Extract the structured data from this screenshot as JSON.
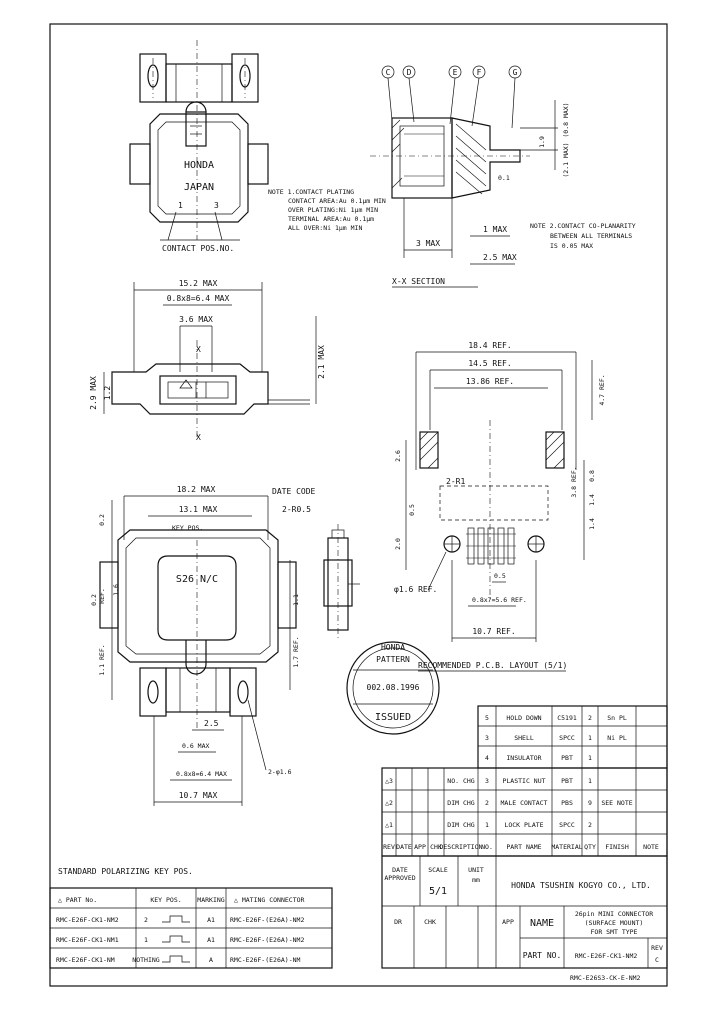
{
  "top_view": {
    "marking_brand": "HONDA",
    "marking_country": "JAPAN",
    "pos_1": "1",
    "pos_3": "3",
    "contact_pos_label": "CONTACT POS.NO."
  },
  "note1": {
    "title": "NOTE 1.CONTACT PLATING",
    "line1": "CONTACT AREA:Au 0.1μm MIN",
    "line2": "OVER PLATING:Ni 1μm MIN",
    "line3": "TERMINAL AREA:Au 0.1μm",
    "line4": "ALL OVER:Ni 1μm MIN"
  },
  "section": {
    "callouts": [
      "C",
      "D",
      "E",
      "F",
      "G"
    ],
    "dim_small": "0.1",
    "dim_gap": "1.9",
    "dim_1": "1 MAX",
    "dim_25": "2.5 MAX",
    "dim_3": "3 MAX",
    "label": "X-X SECTION",
    "right_dim_a": "(0.8 MAX)",
    "right_dim_b": "(2.1 MAX)"
  },
  "note2": {
    "line1": "NOTE 2.CONTACT CO-PLANARITY",
    "line2": "BETWEEN ALL TERMINALS",
    "line3": "IS 0.05 MAX"
  },
  "front_view": {
    "dim_152": "15.2 MAX",
    "dim_pitch": "0.8x8=6.4 MAX",
    "dim_36": "3.6 MAX",
    "marker_x": "X",
    "dim_right": "2.1 MAX",
    "dim_left_a": "2.9 MAX",
    "dim_left_b": "1.2"
  },
  "pcb_layout": {
    "dim_184": "18.4 REF.",
    "dim_145": "14.5 REF.",
    "dim_1386": "13.86 REF.",
    "dim_right_top": "4.7 REF.",
    "dim_r1": "2-R1",
    "dim_right_stack": [
      "3.8 REF.",
      "0.8",
      "1.4",
      "1.4"
    ],
    "dim_left": [
      "2.6",
      "0.5",
      "2.0"
    ],
    "dim_dia": "φ1.6 REF.",
    "dim_pitch": "0.8x7=5.6 REF.",
    "dim_05": "0.5",
    "dim_107": "10.7 REF.",
    "label": "RECOMMENDED P.C.B. LAYOUT (5/1)"
  },
  "bottom_view": {
    "dim_182": "18.2 MAX",
    "dim_131": "13.1 MAX",
    "date_code": "DATE CODE",
    "dim_2r": "2-R0.5",
    "key_pos": "KEY POS.",
    "marking": "S26 N/C",
    "dim_left": [
      "0.2",
      "1.6",
      "REF.",
      "0.2",
      "1.1 REF."
    ],
    "dim_right": [
      "1.1",
      "1.7 REF."
    ],
    "dim_25": "2.5",
    "dim_06": "0.6 MAX",
    "dim_pitch": "0.8x8=6.4 MAX",
    "dim_107": "10.7 MAX",
    "dim_dia": "2-φ1.6"
  },
  "stamp": {
    "line1": "HONDA",
    "line2": "PATTERN",
    "date": "002.08.1996",
    "line3": "ISSUED"
  },
  "bom": {
    "rows": [
      {
        "no": "5",
        "part": "HOLD DOWN",
        "material": "C5191",
        "qty": "2",
        "finish": "Sn PL"
      },
      {
        "no": "3",
        "part": "SHELL",
        "material": "SPCC",
        "qty": "1",
        "finish": "Ni PL"
      },
      {
        "no": "4",
        "part": "INSULATOR",
        "material": "PBT",
        "qty": "1",
        "finish": ""
      },
      {
        "no": "3",
        "part": "PLASTIC NUT",
        "material": "PBT",
        "qty": "1",
        "finish": ""
      },
      {
        "no": "2",
        "part": "MALE CONTACT",
        "material": "PBS",
        "qty": "9",
        "finish": "SEE NOTE"
      },
      {
        "no": "1",
        "part": "LOCK PLATE",
        "material": "SPCC",
        "qty": "2",
        "finish": ""
      }
    ],
    "rev_rows": [
      {
        "rev": "△3",
        "note": "NO. CHG"
      },
      {
        "rev": "△2",
        "note": "DIM CHG"
      },
      {
        "rev": "△1",
        "note": "DIM CHG"
      }
    ],
    "header": [
      "REV",
      "DATE",
      "APP",
      "CHK",
      "DES",
      "DESCRIPTION",
      "NO.",
      "PART NAME",
      "MATERIAL",
      "QTY",
      "FINISH",
      "NOTE"
    ]
  },
  "title_block": {
    "date_label": "DATE",
    "approved": "APPROVED",
    "scale_label": "SCALE",
    "scale": "5/1",
    "unit_label": "UNIT",
    "unit": "mm",
    "company": "HONDA TSUSHIN KOGYO CO., LTD.",
    "name_label": "NAME",
    "name_value_1": "26pin MINI CONNECTOR",
    "name_value_2": "(SURFACE MOUNT)",
    "name_value_3": "FOR SMT TYPE",
    "part_no_label": "PART NO.",
    "part_no": "RMC-E26F-CK1-NM2",
    "rev_label": "REV",
    "rev_value": "C",
    "footer": "RMC-E26S3-CK-E-NM2",
    "dr": "DR",
    "chk": "CHK",
    "app": "APP"
  },
  "polarizing_table": {
    "title": "STANDARD POLARIZING KEY POS.",
    "header": [
      "△ PART No.",
      "KEY POS.",
      "MARKING",
      "△ MATING CONNECTOR"
    ],
    "rows": [
      {
        "part": "RMC-E26F-CK1-NM2",
        "key": "2",
        "marking": "A1",
        "mating": "RMC-E26F-(E26A)-NM2"
      },
      {
        "part": "RMC-E26F-CK1-NM1",
        "key": "1",
        "marking": "A1",
        "mating": "RMC-E26F-(E26A)-NM2"
      },
      {
        "part": "RMC-E26F-CK1-NM",
        "key": "NOTHING",
        "marking": "A",
        "mating": "RMC-E26F-(E26A)-NM"
      }
    ]
  }
}
